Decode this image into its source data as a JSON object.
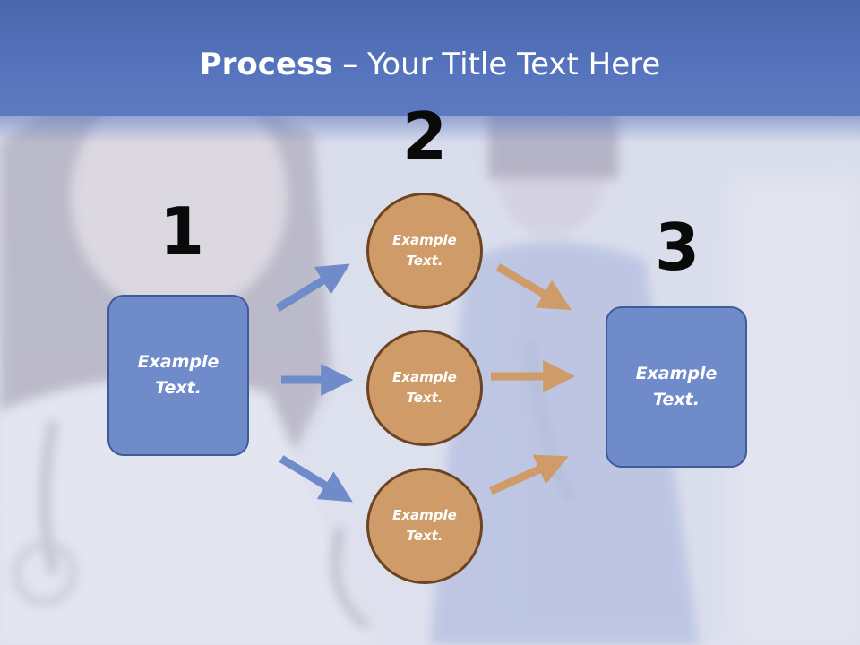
{
  "title": {
    "bold": "Process",
    "rest": " – Your Title Text Here"
  },
  "steps": [
    {
      "number": "1",
      "label": "Example\nText."
    },
    {
      "number": "2",
      "labels": [
        "Example\nText.",
        "Example\nText.",
        "Example\nText."
      ]
    },
    {
      "number": "3",
      "label": "Example\nText."
    }
  ],
  "colors": {
    "banner": "#5674bd",
    "box_fill": "#6f8bc9",
    "circle_fill": "#cf9b68",
    "arrow_blue": "#6f8bc9",
    "arrow_orange": "#cf9b68"
  }
}
